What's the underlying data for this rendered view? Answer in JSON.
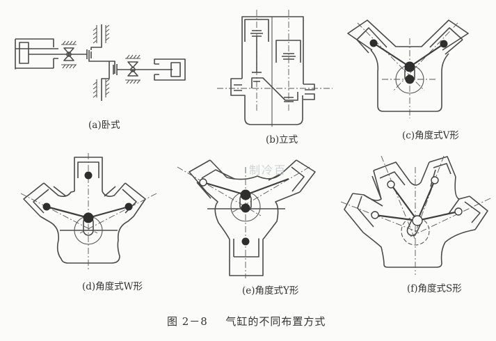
{
  "figure": {
    "caption_number": "图 2－8",
    "caption_text": "气缸的不同布置方式",
    "watermark": "制冷百"
  },
  "subfigures": [
    {
      "id": "a",
      "label": "(a)卧式",
      "layout": "horizontal-opposed"
    },
    {
      "id": "b",
      "label": "(b)立式",
      "layout": "vertical"
    },
    {
      "id": "c",
      "label": "(c)角度式V形",
      "layout": "V"
    },
    {
      "id": "d",
      "label": "(d)角度式W形",
      "layout": "W"
    },
    {
      "id": "e",
      "label": "(e)角度式Y形",
      "layout": "Y"
    },
    {
      "id": "f",
      "label": "(f)角度式S形",
      "layout": "S"
    }
  ],
  "colors": {
    "ink": "#4a4a4a",
    "paper": "#fbfbfa",
    "pin": "#2e2e2e"
  }
}
